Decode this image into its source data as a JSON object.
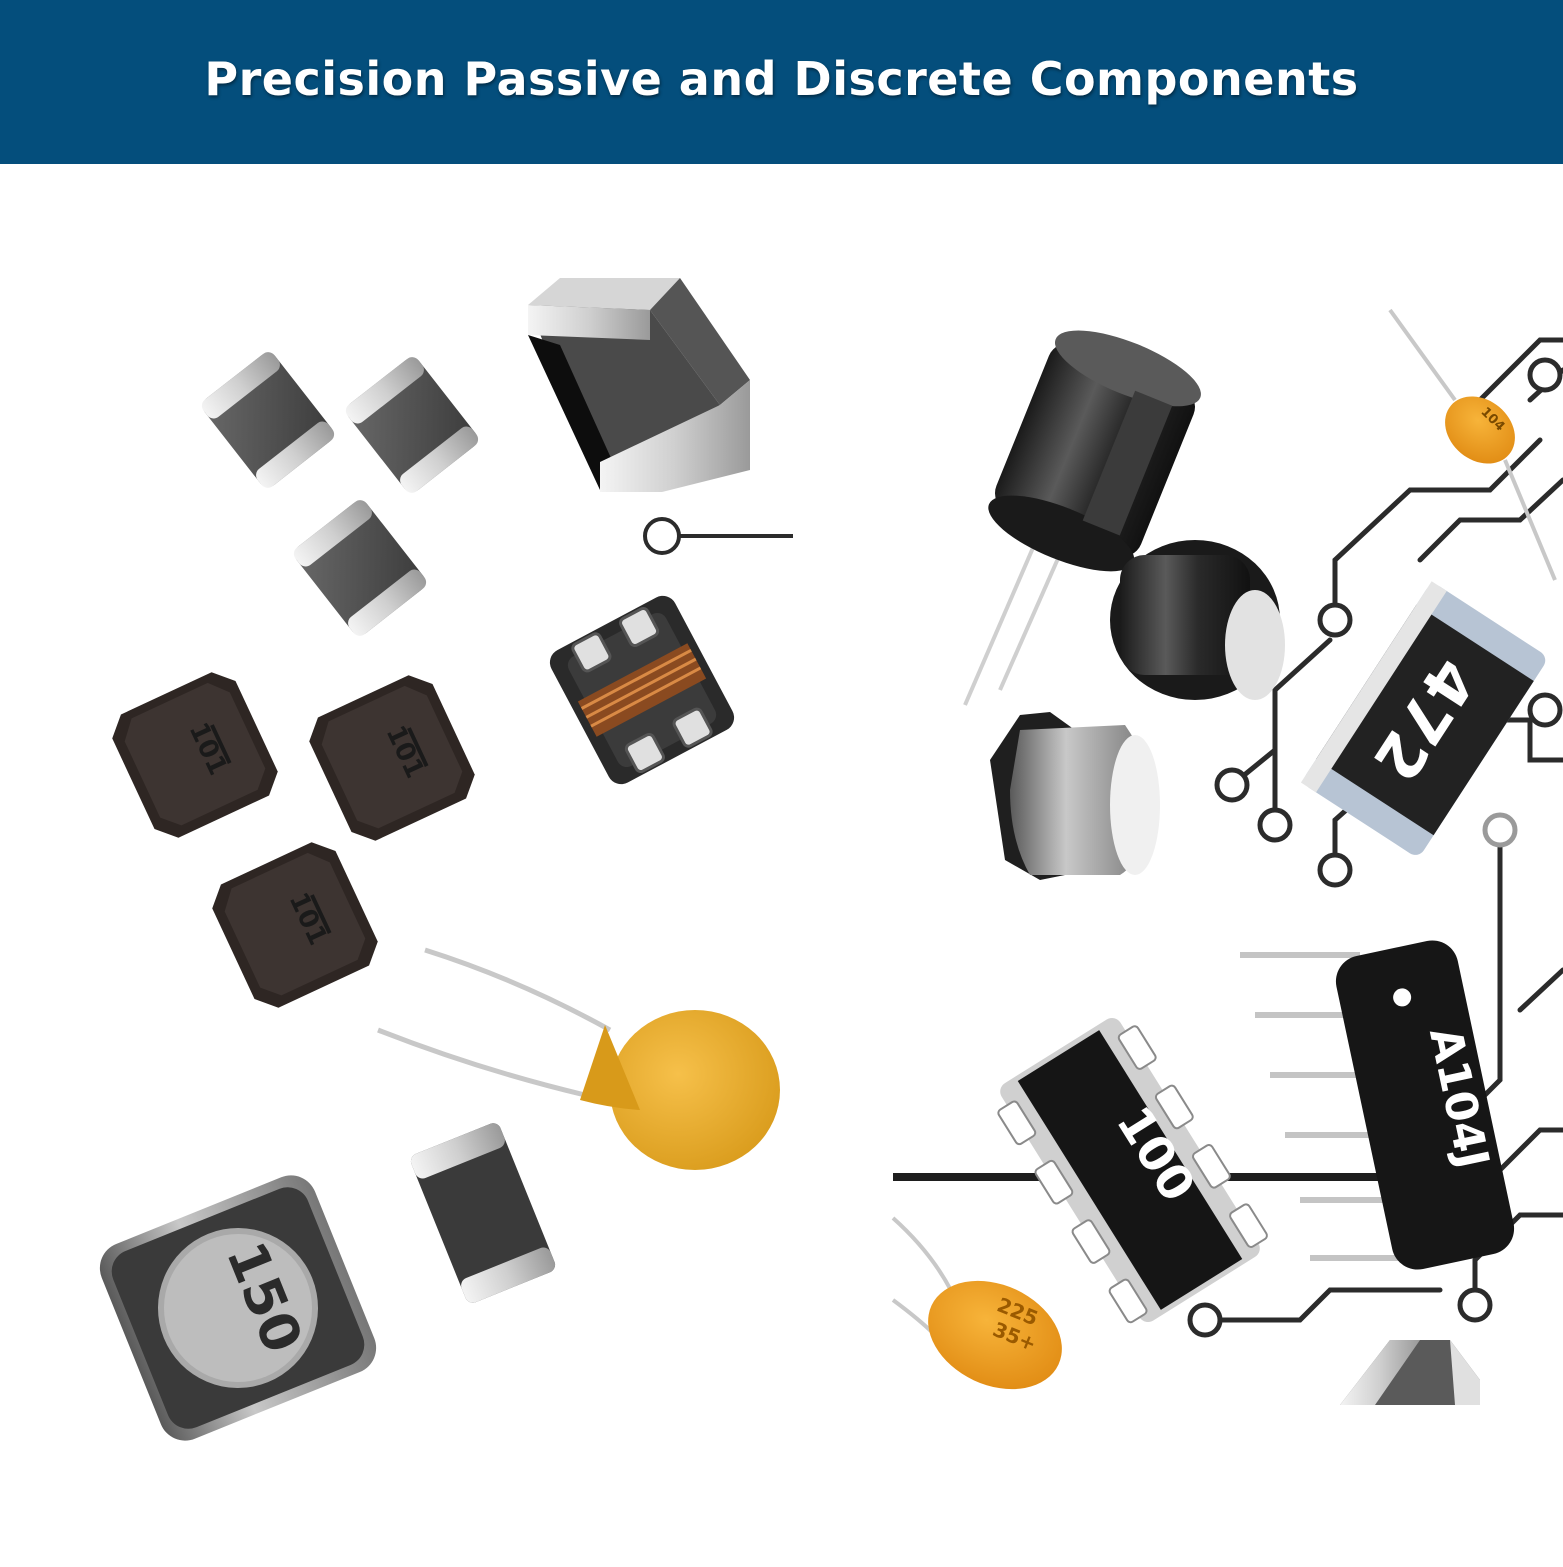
{
  "header": {
    "title": "Precision Passive and Discrete Components"
  },
  "colors": {
    "banner": "#044e7c",
    "background": "#ffffff",
    "title": "#ffffff"
  },
  "markings": {
    "inductor_a": "101",
    "inductor_b": "101",
    "inductor_c": "101",
    "shielded_inductor": "150",
    "chip_resistor": "472",
    "resistor_network": "100",
    "sip_network": "A104J",
    "tantalum_top": "225",
    "tantalum_bottom": "35+",
    "small_cap": "104"
  }
}
